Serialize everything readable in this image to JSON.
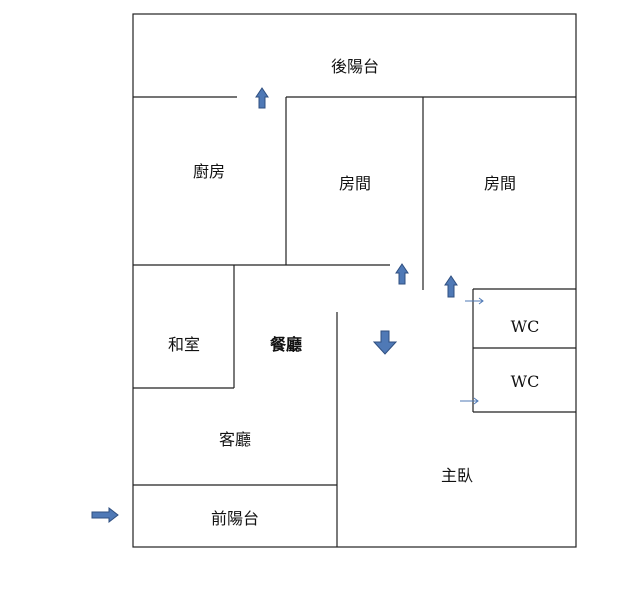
{
  "rooms": {
    "back_balcony": "後陽台",
    "kitchen": "廚房",
    "bedroom_1": "房間",
    "bedroom_2": "房間",
    "japanese_room": "和室",
    "dining": "餐廳",
    "living": "客廳",
    "front_balcony": "前陽台",
    "master_bedroom": "主臥",
    "wc_1": "WC",
    "wc_2": "WC"
  },
  "colors": {
    "wall": "#222222",
    "arrow_fill": "#4f79b6",
    "arrow_stroke": "#2f4f80",
    "thin_arrow": "#4f79b6"
  },
  "icons": [
    "up-arrow-icon",
    "down-arrow-icon",
    "right-arrow-icon",
    "thin-right-arrow-icon"
  ]
}
